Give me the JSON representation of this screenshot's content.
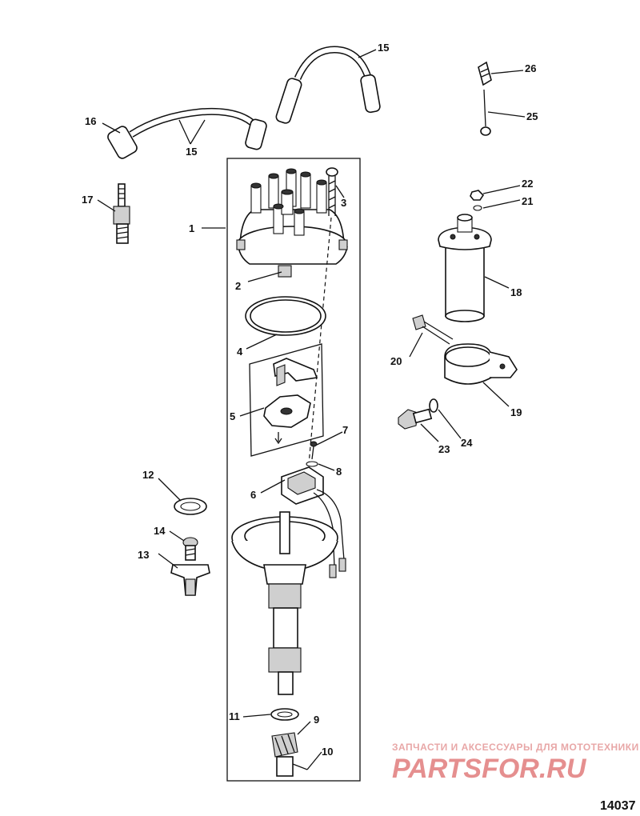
{
  "diagram": {
    "callouts": {
      "c1": "1",
      "c2": "2",
      "c3": "3",
      "c4": "4",
      "c5": "5",
      "c6": "6",
      "c7": "7",
      "c8": "8",
      "c9": "9",
      "c10": "10",
      "c11": "11",
      "c12": "12",
      "c13": "13",
      "c14": "14",
      "c15a": "15",
      "c15b": "15",
      "c16": "16",
      "c17": "17",
      "c18": "18",
      "c19": "19",
      "c20": "20",
      "c21": "21",
      "c22": "22",
      "c23": "23",
      "c24": "24",
      "c25": "25",
      "c26": "26"
    },
    "watermark": {
      "tagline": "ЗАПЧАСТИ И АКСЕССУАРЫ ДЛЯ МОТОТЕХНИКИ",
      "logo": "PARTSFOR.RU"
    },
    "reference_number": "14037"
  }
}
